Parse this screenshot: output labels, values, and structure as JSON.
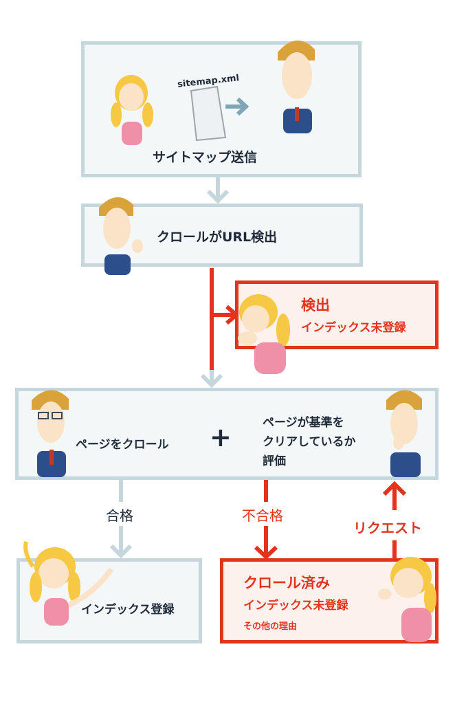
{
  "steps": {
    "sitemap": {
      "file_label": "sitemap.xml",
      "title": "サイトマップ送信"
    },
    "crawler_detect": {
      "title": "クロールがURL検出"
    },
    "detected": {
      "title": "検出",
      "status": "インデックス未登録"
    },
    "crawl_eval": {
      "left": "ページをクロール",
      "plus": "+",
      "right_lines": [
        "ページが基準を",
        "クリアしているか",
        "評価"
      ]
    },
    "indexed": {
      "title": "インデックス登録"
    },
    "crawled": {
      "title": "クロール済み",
      "status": "インデックス未登録",
      "reason": "その他の理由"
    }
  },
  "edges": {
    "pass": "合格",
    "fail": "不合格",
    "request": "リクエスト"
  },
  "colors": {
    "box_border": "#c5d6dc",
    "box_fill": "#f4f7f8",
    "red": "#e2341d",
    "navy": "#1f2a3a"
  }
}
